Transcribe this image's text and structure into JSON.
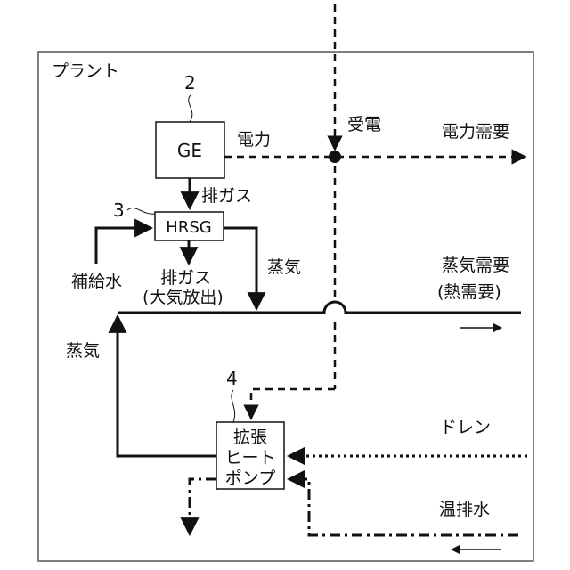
{
  "diagram": {
    "plant_label": "プラント",
    "components": {
      "ge": {
        "ref": "2",
        "label": "GE"
      },
      "hrsg": {
        "ref": "3",
        "label": "HRSG"
      },
      "heat_pump": {
        "ref": "4",
        "lines": [
          "拡張",
          "ヒート",
          "ポンプ"
        ]
      }
    },
    "labels": {
      "power": "電力",
      "received_power": "受電",
      "power_demand": "電力需要",
      "exhaust_gas": "排ガス",
      "exhaust_gas_2": "排ガス",
      "atmospheric_release": "(大気放出)",
      "makeup_water": "補給水",
      "steam_top": "蒸気",
      "steam_left": "蒸気",
      "steam_demand": "蒸気需要",
      "heat_demand": "(熱需要)",
      "drain": "ドレン",
      "warm_wastewater": "温排水"
    }
  }
}
